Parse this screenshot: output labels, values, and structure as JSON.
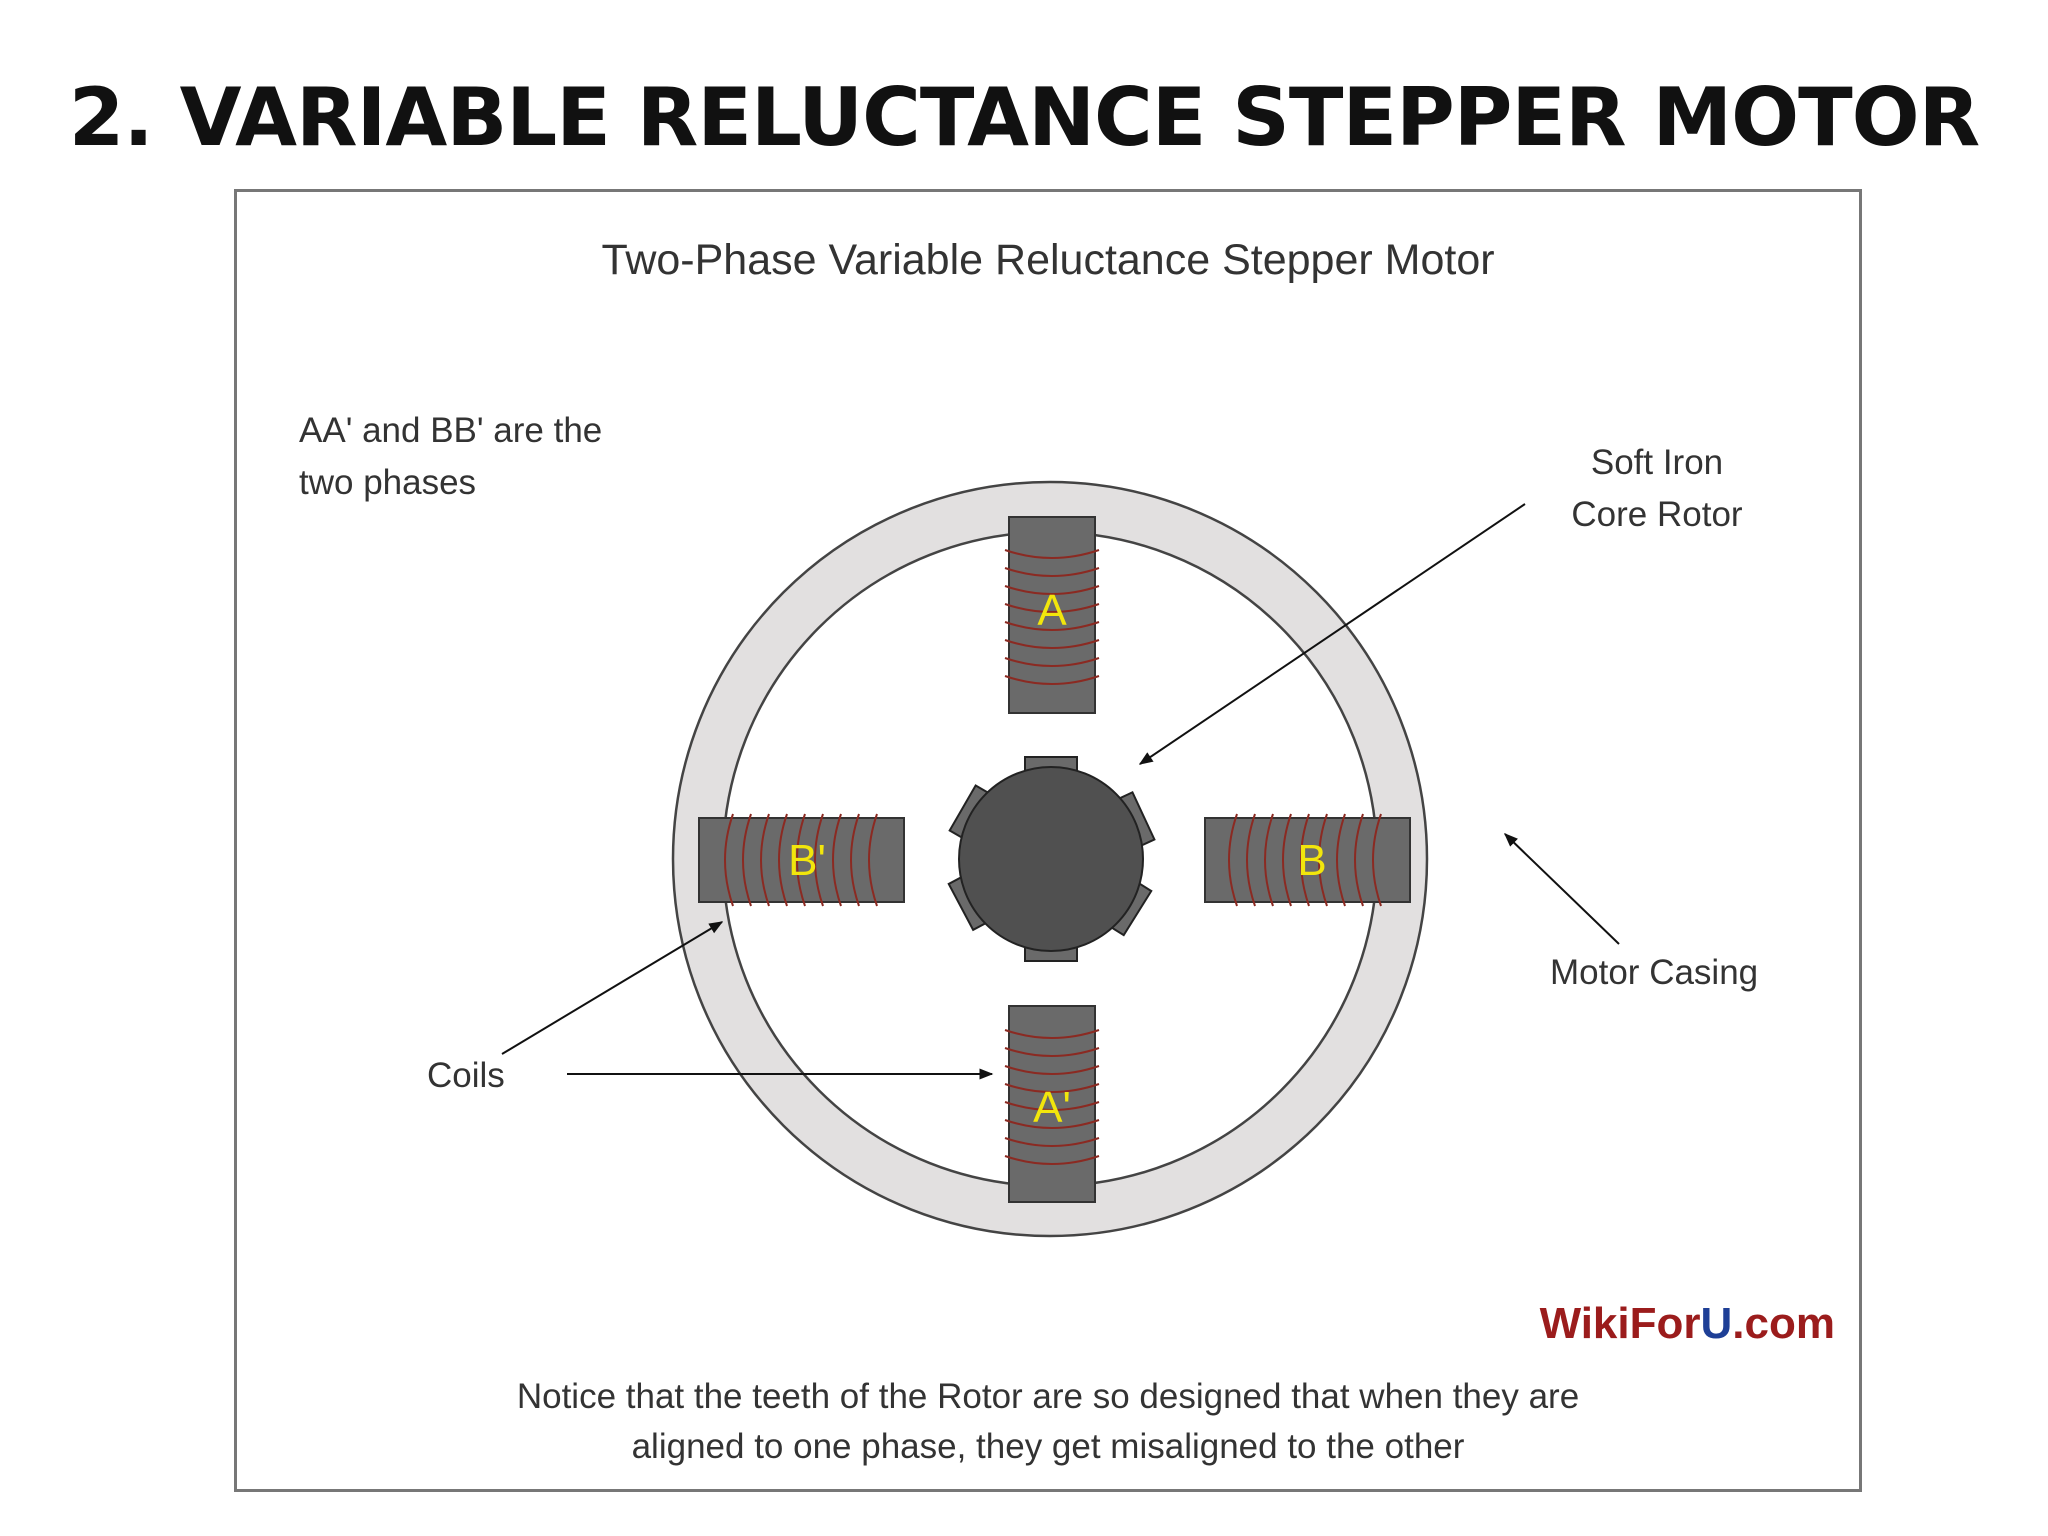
{
  "slide": {
    "title": "2. VARIABLE RELUCTANCE STEPPER MOTOR"
  },
  "diagram": {
    "title": "Two-Phase Variable Reluctance Stepper Motor",
    "phase_note": [
      "AA' and BB' are the",
      "two phases"
    ],
    "rotor_label": [
      "Soft Iron",
      "Core Rotor"
    ],
    "casing_label": "Motor Casing",
    "coils_label": "Coils",
    "poles": {
      "top": "A",
      "bottom": "A'",
      "left": "B'",
      "right": "B"
    },
    "watermark": "WikiForU.com",
    "footer_note": [
      "Notice that the teeth of the Rotor are so designed that when they are",
      "aligned to one phase, they get misaligned to the other"
    ]
  },
  "colors": {
    "casing_fill": "#e2e0e0",
    "pole_fill": "#6a6a6a",
    "rotor_fill": "#505050",
    "coil": "#8b2a22",
    "pole_label": "#f2e60c",
    "watermark_red": "#9b1c1c",
    "watermark_blue": "#1e3f96"
  },
  "icons": {
    "arrowhead": "filled-triangle-arrowhead"
  }
}
